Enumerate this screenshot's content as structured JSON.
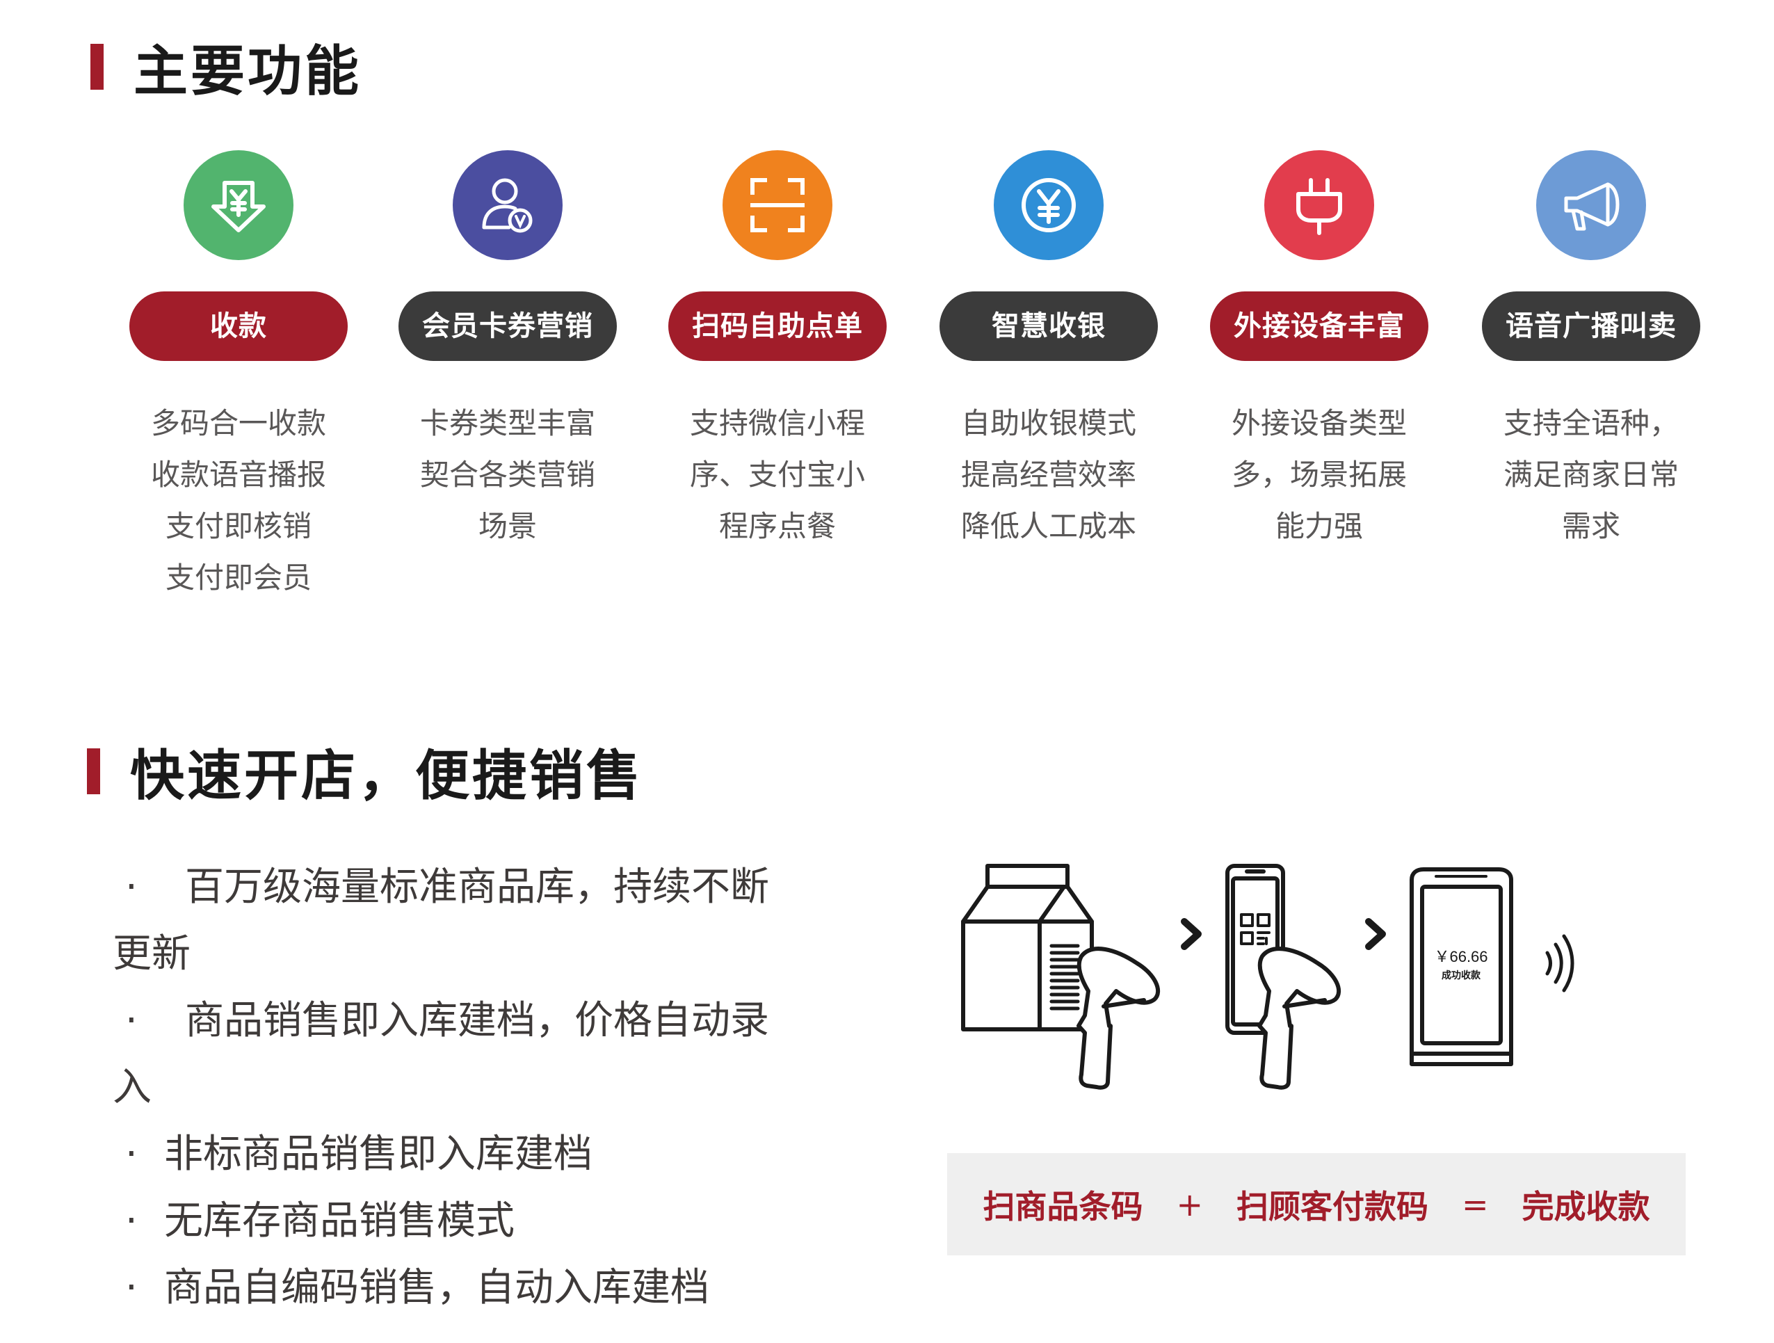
{
  "section1": {
    "title": "主要功能"
  },
  "section2": {
    "title": "快速开店，便捷销售"
  },
  "colors": {
    "accent": "#a11d2a",
    "dark_pill": "#3b3b3b"
  },
  "features": [
    {
      "icon": "yen-down-arrow-icon",
      "icon_color": "#52b46e",
      "label": "收款",
      "pill_color": "#a11d2a",
      "desc": [
        "多码合一收款",
        "收款语音播报",
        "支付即核销",
        "支付即会员"
      ]
    },
    {
      "icon": "member-v-icon",
      "icon_color": "#4b4ea0",
      "label": "会员卡券营销",
      "pill_color": "#3b3b3b",
      "desc": [
        "卡券类型丰富",
        "契合各类营销",
        "场景"
      ]
    },
    {
      "icon": "scan-frame-icon",
      "icon_color": "#f0821e",
      "label": "扫码自助点单",
      "pill_color": "#a11d2a",
      "desc": [
        "支持微信小程",
        "序、支付宝小",
        "程序点餐"
      ]
    },
    {
      "icon": "yen-coin-icon",
      "icon_color": "#2f8fd7",
      "label": "智慧收银",
      "pill_color": "#3b3b3b",
      "desc": [
        "自助收银模式",
        "提高经营效率",
        "降低人工成本"
      ]
    },
    {
      "icon": "plug-icon",
      "icon_color": "#e23d4d",
      "label": "外接设备丰富",
      "pill_color": "#a11d2a",
      "desc": [
        "外接设备类型",
        "多，场景拓展",
        "能力强"
      ]
    },
    {
      "icon": "megaphone-icon",
      "icon_color": "#6d9bd6",
      "label": "语音广播叫卖",
      "pill_color": "#3b3b3b",
      "desc": [
        "支持全语种，",
        "满足商家日常",
        "需求"
      ]
    }
  ],
  "bullets": {
    "b1_line1": "百万级海量标准商品库，持续不断",
    "b1_line2": "更新",
    "b2_line1": "商品销售即入库建档，价格自动录",
    "b2_line2": "入",
    "b3": "非标商品销售即入库建档",
    "b4": "无库存商品销售模式",
    "b5": "商品自编码销售，自动入库建档",
    "dot": "·"
  },
  "illustration": {
    "amount": "￥66.66",
    "status": "成功收款"
  },
  "flow": {
    "step1": "扫商品条码",
    "plus": "+",
    "step2": "扫顾客付款码",
    "equals": "=",
    "result": "完成收款"
  }
}
